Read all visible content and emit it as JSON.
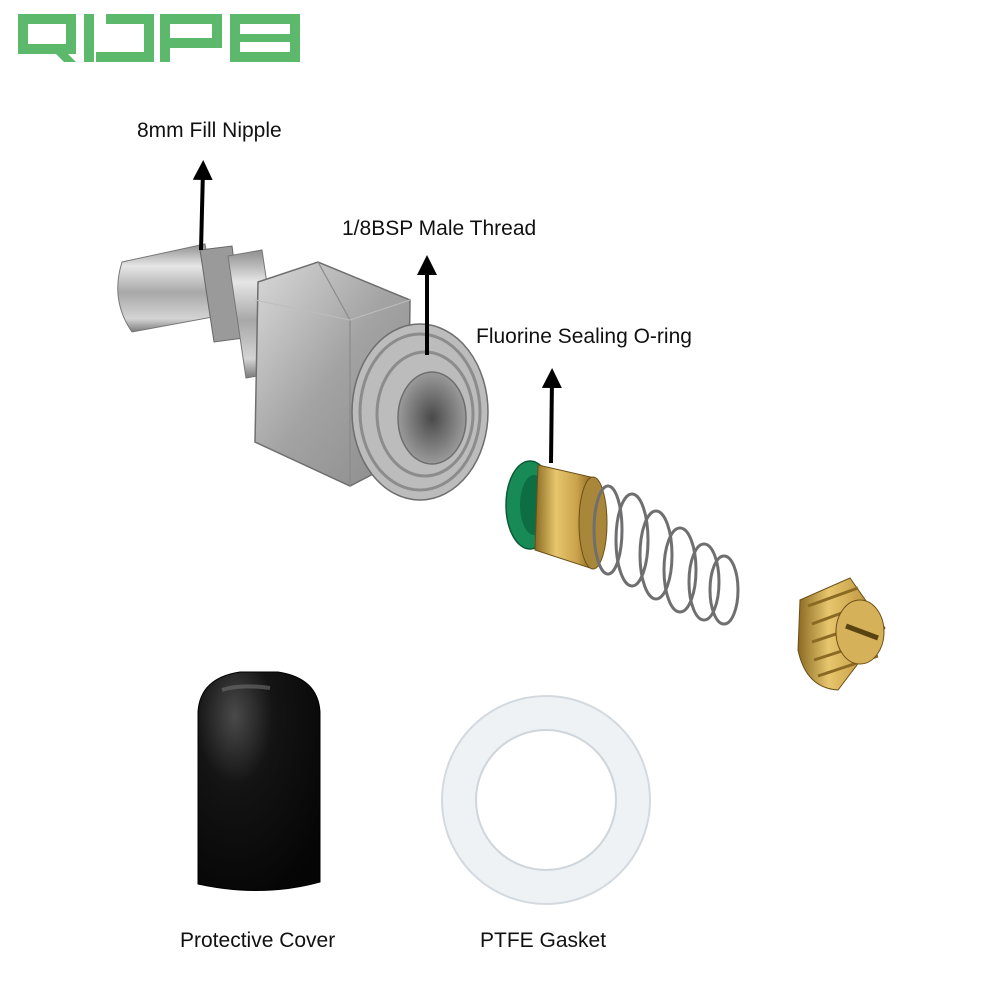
{
  "brand": {
    "logo_text": "QIJPB",
    "logo_color": "#5cb96b"
  },
  "callouts": {
    "fill_nipple": "8mm Fill Nipple",
    "male_thread": "1/8BSP Male Thread",
    "o_ring": "Fluorine Sealing O-ring",
    "protective_cover": "Protective Cover",
    "ptfe_gasket": "PTFE Gasket"
  },
  "colors": {
    "steel": "#b7b7b7",
    "brass": "#c9a24a",
    "o_ring": "#178a55",
    "cover": "#111111",
    "gasket": "#eef2f5",
    "arrow": "#000000"
  }
}
